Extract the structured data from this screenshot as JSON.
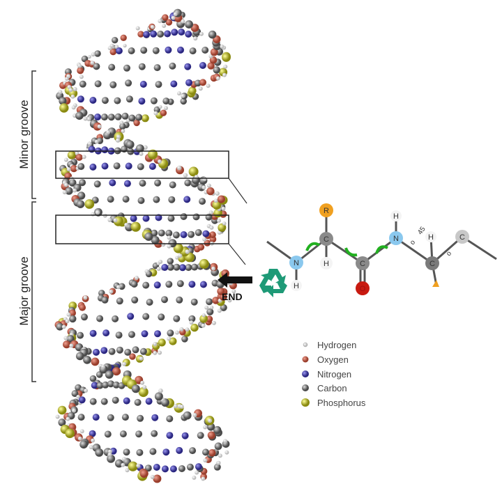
{
  "dna": {
    "minor_groove_label": "Minor groove",
    "major_groove_label": "Major groove",
    "end_label": "END"
  },
  "molecule": {
    "atoms": [
      "R",
      "C",
      "H",
      "N",
      "H",
      "C",
      "O",
      "N",
      "H",
      "H",
      "C",
      "C"
    ],
    "angle_label": "45",
    "mark_a": "o",
    "mark_b": "o"
  },
  "legend": {
    "items": [
      {
        "label": "Hydrogen",
        "color": "#e8e8e8"
      },
      {
        "label": "Oxygen",
        "color": "#d36a55"
      },
      {
        "label": "Nitrogen",
        "color": "#4a45b8"
      },
      {
        "label": "Carbon",
        "color": "#8a8a8a"
      },
      {
        "label": "Phosphorus",
        "color": "#c8c83a"
      }
    ]
  },
  "colors": {
    "hydrogen": "#f2f2f2",
    "oxygen": "#c8644e",
    "nitrogen": "#4b47b5",
    "carbon": "#8c8c8c",
    "phosphorus": "#cfcf3c",
    "recycle": "#1e9a77",
    "arrow_green": "#22b020"
  }
}
